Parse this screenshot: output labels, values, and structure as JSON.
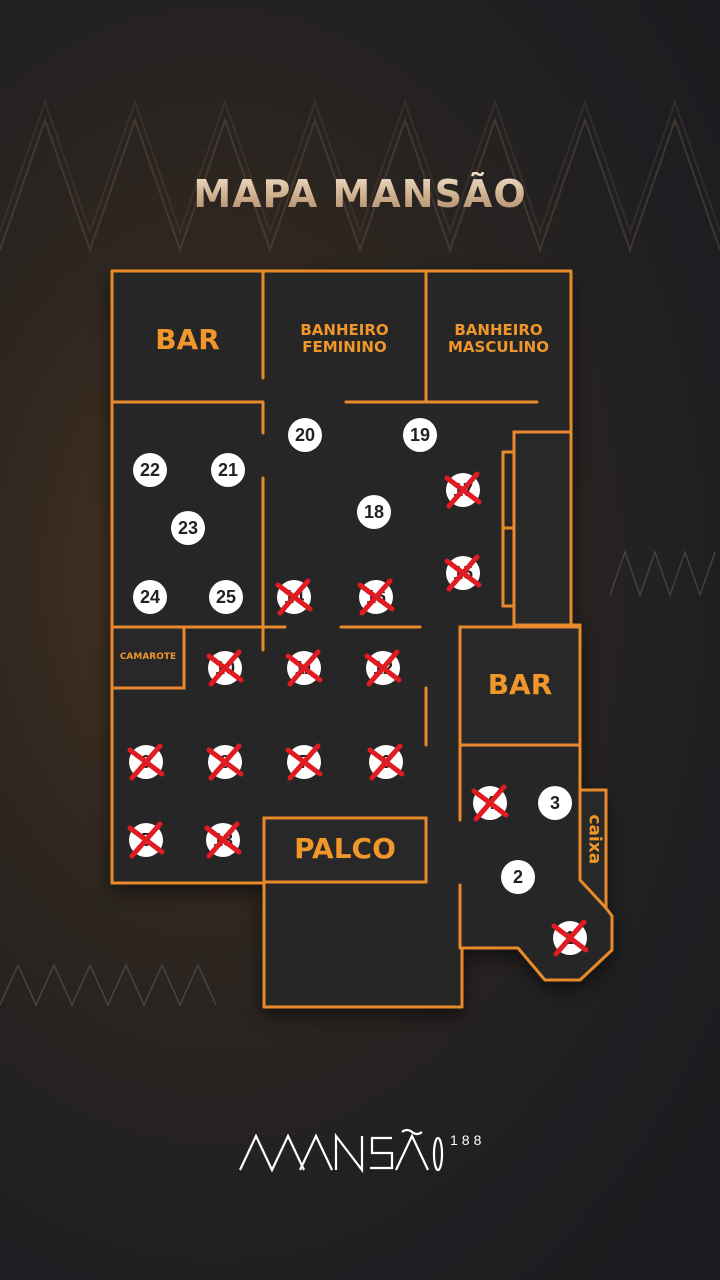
{
  "title": "MAPA MANSÃO",
  "rooms": {
    "bar_top": "BAR",
    "banheiro_feminino_1": "BANHEIRO",
    "banheiro_feminino_2": "FEMININO",
    "banheiro_masculino_1": "BANHEIRO",
    "banheiro_masculino_2": "MASCULINO",
    "camarote": "CAMAROTE",
    "bar_right": "BAR",
    "palco": "PALCO",
    "caixa": "caixa"
  },
  "tables": [
    {
      "id": "t20",
      "label": "20",
      "reserved": false
    },
    {
      "id": "t19",
      "label": "19",
      "reserved": false
    },
    {
      "id": "t22",
      "label": "22",
      "reserved": false
    },
    {
      "id": "t21",
      "label": "21",
      "reserved": false
    },
    {
      "id": "t17",
      "label": "17",
      "reserved": true
    },
    {
      "id": "t18",
      "label": "18",
      "reserved": false
    },
    {
      "id": "t23",
      "label": "23",
      "reserved": false
    },
    {
      "id": "t15",
      "label": "15",
      "reserved": true
    },
    {
      "id": "t24",
      "label": "24",
      "reserved": false
    },
    {
      "id": "t25",
      "label": "25",
      "reserved": false
    },
    {
      "id": "t14",
      "label": "14",
      "reserved": true
    },
    {
      "id": "t16",
      "label": "16",
      "reserved": true
    },
    {
      "id": "t10",
      "label": "10",
      "reserved": true
    },
    {
      "id": "t11",
      "label": "11",
      "reserved": true
    },
    {
      "id": "t12",
      "label": "12",
      "reserved": true
    },
    {
      "id": "t9",
      "label": "9",
      "reserved": true
    },
    {
      "id": "t8",
      "label": "8",
      "reserved": true
    },
    {
      "id": "t7",
      "label": "7",
      "reserved": true
    },
    {
      "id": "t6",
      "label": "6",
      "reserved": true
    },
    {
      "id": "t5",
      "label": "5",
      "reserved": true
    },
    {
      "id": "t13",
      "label": "13",
      "reserved": true
    },
    {
      "id": "t4",
      "label": "4",
      "reserved": true
    },
    {
      "id": "t3",
      "label": "3",
      "reserved": false
    },
    {
      "id": "t2",
      "label": "2",
      "reserved": false
    },
    {
      "id": "t1",
      "label": "1",
      "reserved": true
    }
  ],
  "logo": {
    "text": "MANSÃO",
    "number": "188"
  },
  "colors": {
    "outline": "#e8892c",
    "floor": "#282828",
    "label": "#f0962a",
    "cross": "#e01b22"
  }
}
